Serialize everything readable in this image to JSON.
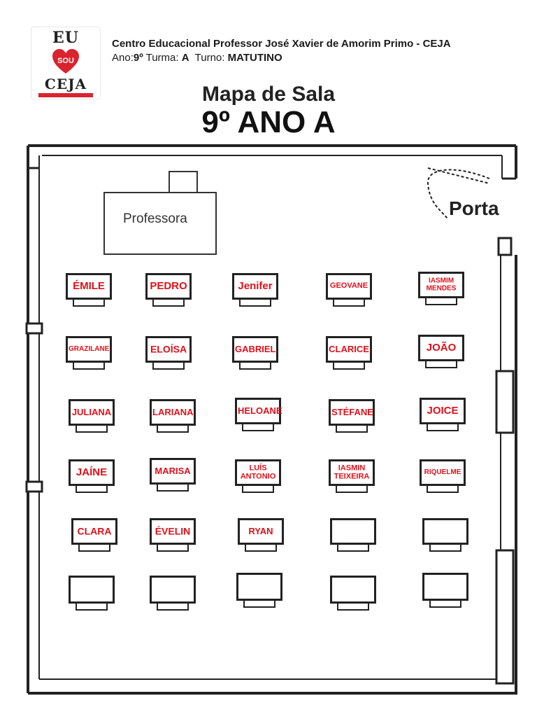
{
  "logo": {
    "line1": "EU",
    "line2": "SOU",
    "line3": "CEJA",
    "accent": "#d9232e"
  },
  "header": {
    "school": "Centro Educacional Professor José Xavier de Amorim Primo - CEJA",
    "ano_label": "Ano:",
    "ano": "9º",
    "turma_label": "Turma:",
    "turma": "A",
    "turno_label": "Turno:",
    "turno": "MATUTINO"
  },
  "title": {
    "line1": "Mapa de Sala",
    "line2": "9º ANO A"
  },
  "room": {
    "teacher_desk": "Professora",
    "door": "Porta"
  },
  "seats": [
    [
      "ÉMILE",
      "PEDRO",
      "Jenifer",
      "GEOVANE",
      "IASMIM MENDES"
    ],
    [
      "GRAZILANE",
      "ELOÍSA",
      "GABRIEL",
      "CLARICE",
      "JOÃO"
    ],
    [
      "JULIANA",
      "LARIANA",
      "HELOANE",
      "STÉFANE",
      "JOICE"
    ],
    [
      "JAÍNE",
      "MARISA",
      "LUÍS ANTONIO",
      "IASMIN TEIXEIRA",
      "RIQUELME"
    ],
    [
      "CLARA",
      "ÉVELIN",
      "RYAN",
      "",
      ""
    ],
    [
      "",
      "",
      "",
      "",
      ""
    ]
  ]
}
